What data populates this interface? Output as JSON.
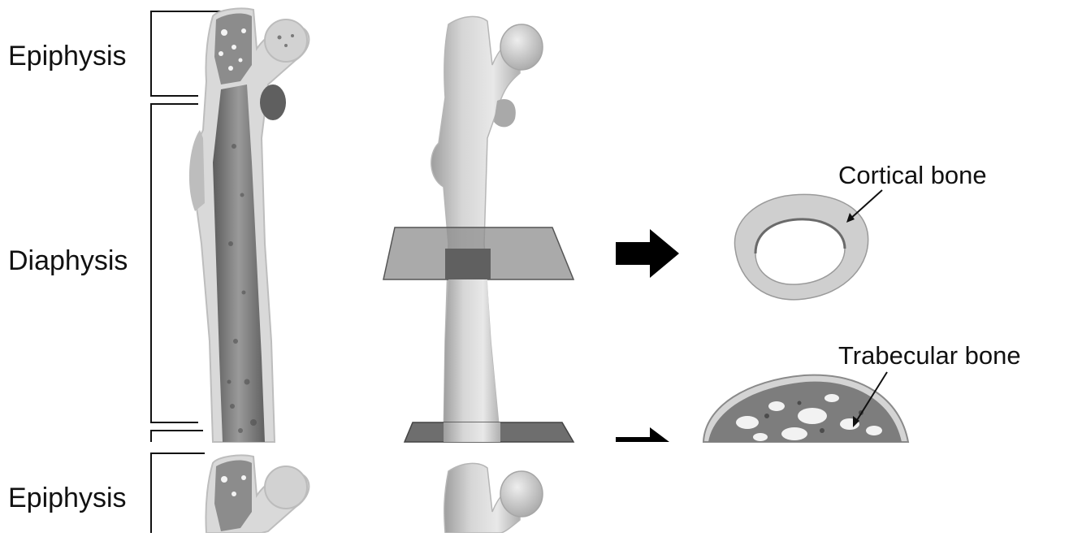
{
  "labels": {
    "epiphysis_top": "Epiphysis",
    "diaphysis": "Diaphysis",
    "epiphysis_bottom": "Epiphysis",
    "cortical_bone": "Cortical bone",
    "trabecular_bone": "Trabecular bone"
  },
  "colors": {
    "bone_light": "#dcdcdc",
    "bone_mid": "#b8b8b8",
    "bone_dark": "#6f6f6f",
    "plane": "#8a8a8a",
    "band": "#6a6a6a",
    "arrow": "#000000"
  }
}
